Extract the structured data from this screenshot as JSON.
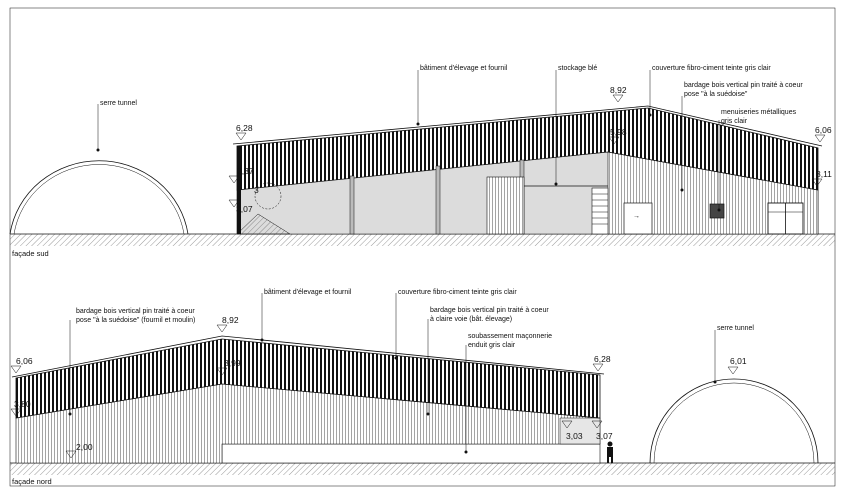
{
  "sheet": {
    "south": {
      "title": "façade sud",
      "labels": {
        "greenhouse": "serre tunnel",
        "building": "bâtiment d'élevage et fournil",
        "storage": "stockage blé",
        "roofing": "couverture fibro-ciment teinte gris clair",
        "cladding_1": "bardage bois vertical pin traité à coeur",
        "cladding_2": "pose \"à la suédoise\"",
        "joinery_1": "menuiseries métalliques",
        "joinery_2": "gris clair"
      },
      "levels": {
        "left_eave": "6,28",
        "ridge": "8,92",
        "right_eave": "6,06",
        "left_low": "3,37",
        "left_floor": "3,07",
        "lean_to": "5,98",
        "right_low": "3,11",
        "slope_mark": "3"
      }
    },
    "north": {
      "title": "façade nord",
      "labels": {
        "building": "bâtiment d'élevage et fournil",
        "roofing": "couverture fibro-ciment teinte gris clair",
        "cladding_left_1": "bardage bois vertical pin traité à coeur",
        "cladding_left_2": "pose \"à la suédoise\" (fournil et moulin)",
        "cladding_mid_1": "bardage bois vertical pin traité à coeur",
        "cladding_mid_2": "à claire voie (bât. élevage)",
        "base_1": "soubassement maçonnerie",
        "base_2": "enduit gris clair",
        "greenhouse": "serre tunnel"
      },
      "levels": {
        "left_eave": "6,06",
        "ridge": "8,92",
        "right_eave": "6,28",
        "mid": "3,99",
        "left_low": "3,80",
        "ground": "2,00",
        "right_low": "3,03",
        "right_floor": "3,07",
        "greenhouse_top": "6,01"
      }
    }
  },
  "colors": {
    "ink": "#111111",
    "wall_shade": "#d8d8d8",
    "ground_hatch": "#555555"
  }
}
